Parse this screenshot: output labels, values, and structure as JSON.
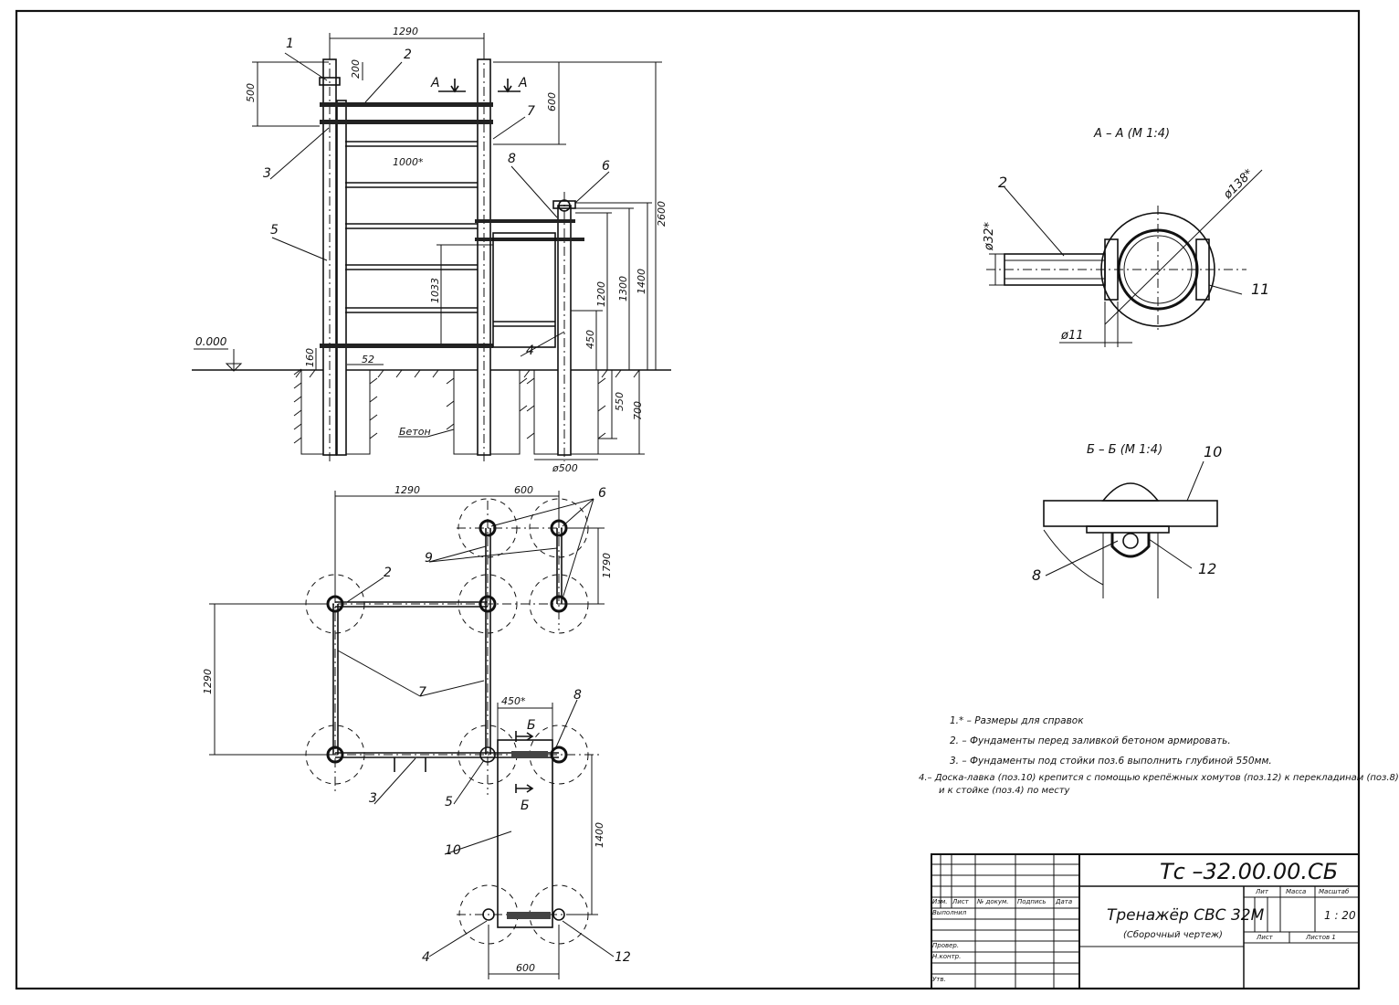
{
  "front_view": {
    "dims": {
      "width_top": "1290",
      "h500": "500",
      "h200": "200",
      "h600": "600",
      "h2600": "2600",
      "h1000": "1000*",
      "h1033": "1033",
      "h1200": "1200",
      "h1300": "1300",
      "h1400": "1400",
      "h450": "450",
      "h160": "160",
      "w52": "52",
      "h550": "550",
      "h700": "700",
      "d500": "ø500"
    },
    "level": "0.000",
    "concrete_label": "Бетон",
    "section_letter": "А",
    "callouts": [
      "1",
      "2",
      "3",
      "5",
      "7",
      "8",
      "6",
      "4"
    ]
  },
  "plan_view": {
    "dims": {
      "w1290": "1290",
      "w600_top": "600",
      "h1790": "1790",
      "h1290": "1290",
      "w450": "450*",
      "h1400": "1400",
      "w600_bottom": "600"
    },
    "section_letter": "Б",
    "callouts": [
      "6",
      "9",
      "2",
      "7",
      "8",
      "3",
      "5",
      "10",
      "4",
      "12"
    ]
  },
  "section_a": {
    "title": "А – А (М 1:4)",
    "d138": "ø138*",
    "d32": "ø32*",
    "d11": "ø11",
    "callouts": [
      "2",
      "11"
    ]
  },
  "section_b": {
    "title": "Б – Б (М 1:4)",
    "callouts": [
      "10",
      "8",
      "12"
    ]
  },
  "notes": [
    "1.* – Размеры для справок",
    "2. – Фундаменты перед заливкой бетоном армировать.",
    "3. – Фундаменты под стойки поз.6 выполнить глубиной 550мм.",
    "4.– Доска-лавка (поз.10) крепится с помощью крепёжных хомутов (поз.12) к перекладинам  (поз.8)",
    "и к стойке (поз.4)  по месту"
  ],
  "title_block": {
    "code": "Тс –32.00.00.СБ",
    "name": "Тренажёр СВС 32М",
    "subtitle": "(Сборочный чертеж)",
    "col_izm": "Изм.",
    "col_list": "Лист",
    "col_doc": "№ докум.",
    "col_sign": "Подпись",
    "col_date": "Дата",
    "row_vypolnil": "Выполнил",
    "row_prover": "Провер.",
    "row_nkontr": "Н.контр.",
    "row_utv": "Утв.",
    "lit": "Лит",
    "massa": "Масса",
    "masshtab": "Масштаб",
    "scale": "1 : 20",
    "list": "Лист",
    "listov": "Листов 1"
  }
}
